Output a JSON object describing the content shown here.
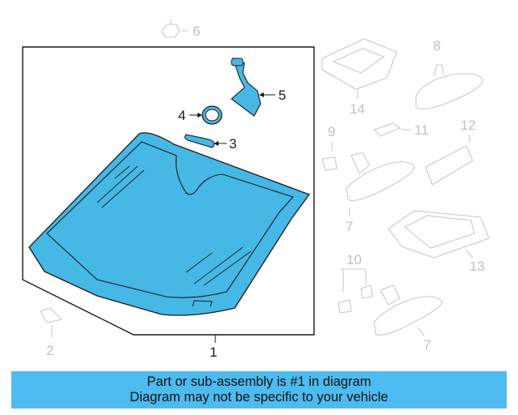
{
  "diagram": {
    "callouts": {
      "part1": "1",
      "part2": "2",
      "part3": "3",
      "part4": "4",
      "part5": "5",
      "part6": "6",
      "part7a": "7",
      "part7b": "7",
      "part8": "8",
      "part9": "9",
      "part10": "10",
      "part11": "11",
      "part12": "12",
      "part13": "13",
      "part14": "14"
    },
    "colors": {
      "highlight_part": "#45b8e6",
      "outline_dark": "#1a1a1a",
      "ghost_part": "#c8c8c8"
    }
  },
  "banner": {
    "line1": "Part or sub-assembly is #1 in diagram",
    "line2": "Diagram may not be specific to your vehicle",
    "color": "#4dbbef"
  }
}
